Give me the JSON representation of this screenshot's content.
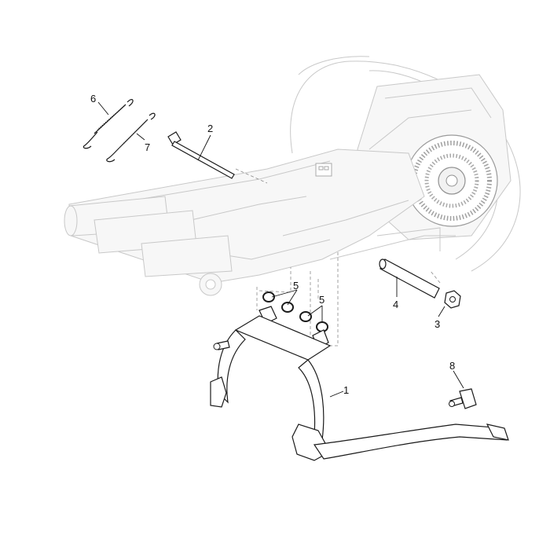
{
  "diagram": {
    "callouts": [
      {
        "id": "1",
        "label": "1"
      },
      {
        "id": "2",
        "label": "2"
      },
      {
        "id": "3",
        "label": "3"
      },
      {
        "id": "4",
        "label": "4"
      },
      {
        "id": "5a",
        "label": "5"
      },
      {
        "id": "5b",
        "label": "5"
      },
      {
        "id": "6",
        "label": "6"
      },
      {
        "id": "7",
        "label": "7"
      },
      {
        "id": "8",
        "label": "8"
      }
    ]
  }
}
